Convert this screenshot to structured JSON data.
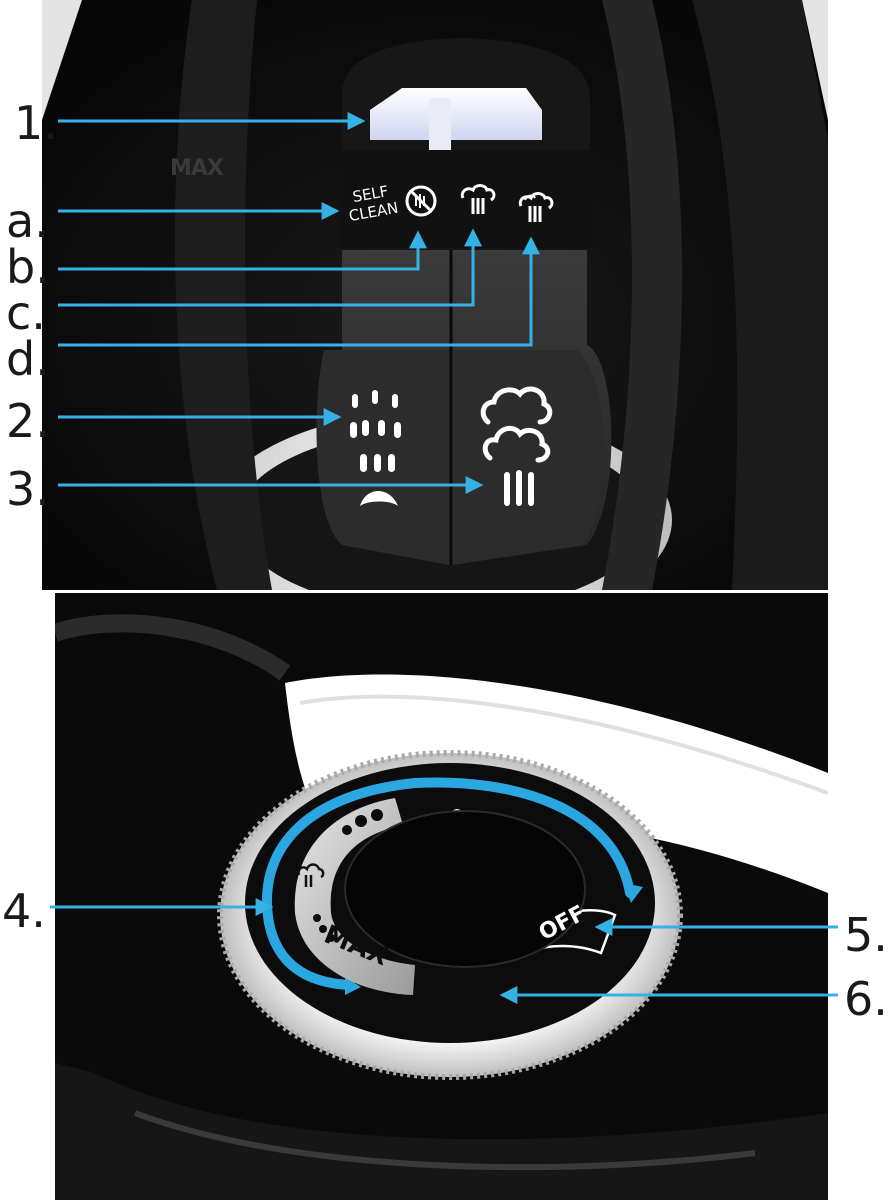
{
  "callouts_top": [
    {
      "id": "1",
      "label": "1."
    },
    {
      "id": "a",
      "label": "a."
    },
    {
      "id": "b",
      "label": "b."
    },
    {
      "id": "c",
      "label": "c."
    },
    {
      "id": "d",
      "label": "d."
    },
    {
      "id": "2",
      "label": "2."
    },
    {
      "id": "3",
      "label": "3."
    }
  ],
  "callouts_bottom": [
    {
      "id": "4",
      "label": "4."
    },
    {
      "id": "5",
      "label": "5."
    },
    {
      "id": "6",
      "label": "6."
    }
  ],
  "iron_top": {
    "side_print": "MAX",
    "self_clean_line1": "SELF",
    "self_clean_line2": "CLEAN"
  },
  "dial": {
    "max_label": "MAX",
    "off_label": "OFF"
  },
  "colors": {
    "callout_line": "#35b1e6",
    "label_text": "#1a1a1a",
    "iron_body": "#0d0d0d",
    "icon_white": "#ffffff"
  }
}
